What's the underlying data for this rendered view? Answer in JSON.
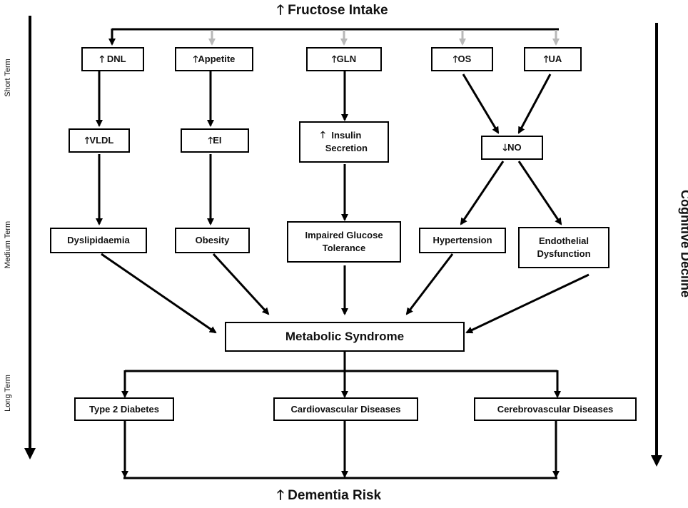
{
  "header": {
    "top_label": "Fructose Intake",
    "bottom_label": "Dementia Risk",
    "arrow_up": "🡑",
    "arrow_down": "🡓"
  },
  "side_labels": {
    "short": "Short Term",
    "medium": "Medium Term",
    "long": "Long Term",
    "right": "Cognitive Decline"
  },
  "row1": {
    "dnl": "DNL",
    "appetite": "Appetite",
    "gln": "GLN",
    "os": "OS",
    "ua": "UA"
  },
  "row2": {
    "vldl": "VLDL",
    "ei": "EI",
    "insulin": "Insulin\nSecretion",
    "no": "NO"
  },
  "row3": {
    "dyslipidaemia": "Dyslipidaemia",
    "obesity": "Obesity",
    "igt": "Impaired Glucose\nTolerance",
    "hypertension": "Hypertension",
    "endothelial": "Endothelial\nDysfunction"
  },
  "center": {
    "metabolic": "Metabolic Syndrome"
  },
  "row5": {
    "t2d": "Type 2 Diabetes",
    "cvd": "Cardiovascular Diseases",
    "cbvd": "Cerebrovascular Diseases"
  },
  "colors": {
    "line": "#000000",
    "grey_arrow": "#b8b8b8"
  }
}
